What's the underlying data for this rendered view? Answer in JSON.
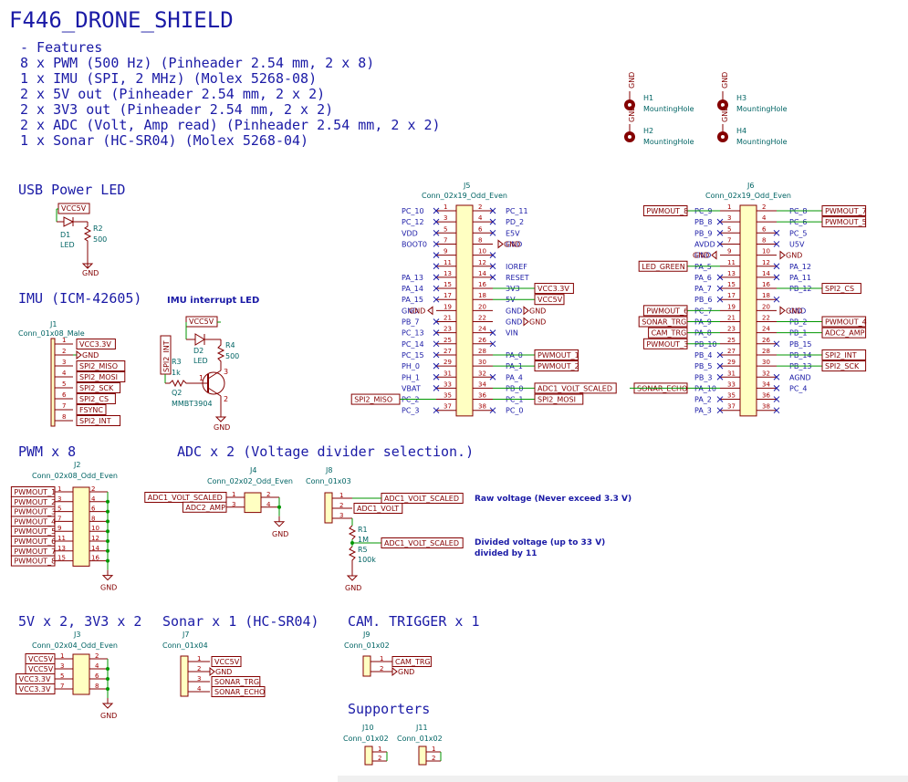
{
  "title": "F446_DRONE_SHIELD",
  "features": [
    "- Features",
    "8 x PWM (500 Hz) (Pinheader 2.54 mm, 2 x 8)",
    "1 x IMU (SPI, 2 MHz) (Molex 5268-08)",
    "2 x 5V out (Pinheader 2.54 mm, 2 x 2)",
    "2 x 3V3 out (Pinheader 2.54 mm, 2 x 2)",
    "2 x ADC (Volt, Amp read) (Pinheader 2.54 mm, 2 x 2)",
    "1 x Sonar (HC-SR04) (Molex 5268-04)"
  ],
  "sections": {
    "usb_led": "USB Power LED",
    "imu": "IMU (ICM-42605)",
    "imu_int_led": "IMU interrupt LED",
    "pwm": "PWM x 8",
    "adc": "ADC x 2 (Voltage divider selection.)",
    "power_out": "5V x 2, 3V3 x 2",
    "sonar": "Sonar x 1 (HC-SR04)",
    "cam": "CAM. TRIGGER x 1",
    "supporters": "Supporters"
  },
  "mounting_holes": [
    {
      "ref": "H1",
      "value": "MountingHole",
      "net": "GND"
    },
    {
      "ref": "H2",
      "value": "MountingHole",
      "net": "GND"
    },
    {
      "ref": "H3",
      "value": "MountingHole",
      "net": "GND"
    },
    {
      "ref": "H4",
      "value": "MountingHole",
      "net": "GND"
    }
  ],
  "power_led": {
    "net": "VCC5V",
    "d_ref": "D1",
    "d_val": "LED",
    "r_ref": "R2",
    "r_val": "500",
    "gnd": "GND"
  },
  "j1": {
    "ref": "J1",
    "value": "Conn_01x08_Male",
    "pins": [
      "1",
      "2",
      "3",
      "4",
      "5",
      "6",
      "7",
      "8"
    ],
    "nets": [
      "VCC3.3V",
      "GND",
      "SPI2_MISO",
      "SPI2_MOSI",
      "SPI2_SCK",
      "SPI2_CS",
      "FSYNC",
      "SPI2_INT"
    ]
  },
  "imu_led": {
    "vcc": "VCC5V",
    "int_net": "SPI2_INT",
    "d_ref": "D2",
    "d_val": "LED",
    "r4_ref": "R4",
    "r4_val": "500",
    "r3_ref": "R3",
    "r3_val": "1k",
    "q_ref": "Q2",
    "q_val": "MMBT3904",
    "q_pins": [
      "1",
      "2",
      "3"
    ],
    "gnd": "GND"
  },
  "j5": {
    "ref": "J5",
    "value": "Conn_02x19_Odd_Even",
    "left_pins": [
      "1",
      "3",
      "5",
      "7",
      "9",
      "11",
      "13",
      "15",
      "17",
      "19",
      "21",
      "23",
      "25",
      "27",
      "29",
      "31",
      "33",
      "35",
      "37"
    ],
    "right_pins": [
      "2",
      "4",
      "6",
      "8",
      "10",
      "12",
      "14",
      "16",
      "18",
      "20",
      "22",
      "24",
      "26",
      "28",
      "30",
      "32",
      "34",
      "36",
      "38"
    ],
    "left_labels": [
      "PC_10",
      "PC_12",
      "VDD",
      "BOOT0",
      "",
      "",
      "PA_13",
      "PA_14",
      "PA_15",
      "GND",
      "PB_7",
      "PC_13",
      "PC_14",
      "PC_15",
      "PH_0",
      "PH_1",
      "VBAT",
      "PC_2",
      "PC_3"
    ],
    "right_labels": [
      "PC_11",
      "PD_2",
      "E5V",
      "GND",
      "",
      "IOREF",
      "RESET",
      "3V3",
      "5V",
      "GND",
      "GND",
      "VIN",
      "",
      "PA_0",
      "PA_1",
      "PA_4",
      "PB_0",
      "PC_1",
      "PC_0"
    ]
  },
  "j5_nets": {
    "left_gnd": "GND",
    "r8_gnd": "GND",
    "r16": "VCC3.3V",
    "r18": "VCC5V",
    "r20": "GND",
    "r22": "GND",
    "r28": "PWMOUT_1",
    "r30": "PWMOUT_2",
    "r34": "ADC1_VOLT_SCALED",
    "r36": "SPI2_MOSI",
    "l35": "SPI2_MISO"
  },
  "j6": {
    "ref": "J6",
    "value": "Conn_02x19_Odd_Even",
    "left_pins": [
      "1",
      "3",
      "5",
      "7",
      "9",
      "11",
      "13",
      "15",
      "17",
      "19",
      "21",
      "23",
      "25",
      "27",
      "29",
      "31",
      "33",
      "35",
      "37"
    ],
    "right_pins": [
      "2",
      "4",
      "6",
      "8",
      "10",
      "12",
      "14",
      "16",
      "18",
      "20",
      "22",
      "24",
      "26",
      "28",
      "30",
      "32",
      "34",
      "36",
      "38"
    ],
    "left_labels": [
      "PC_9",
      "PB_8",
      "PB_9",
      "AVDD",
      "GND",
      "PA_5",
      "PA_6",
      "PA_7",
      "PB_6",
      "PC_7",
      "PA_9",
      "PA_8",
      "PB_10",
      "PB_4",
      "PB_5",
      "PB_3",
      "PA_10",
      "PA_2",
      "PA_3"
    ],
    "right_labels": [
      "PC_8",
      "PC_6",
      "PC_5",
      "U5V",
      "",
      "PA_12",
      "PA_11",
      "PB_12",
      "",
      "GND",
      "PB_2",
      "PB_1",
      "PB_15",
      "PB_14",
      "PB_13",
      "AGND",
      "PC_4",
      "",
      ""
    ]
  },
  "j6_nets": {
    "l1": "PWMOUT_8",
    "l11": "LED_GREEN",
    "l19": "PWMOUT_6",
    "l21": "SONAR_TRG",
    "l23": "CAM_TRG",
    "l25": "PWMOUT_3",
    "l33": "SONAR_ECHO",
    "l9": "GND",
    "r2": "PWMOUT_7",
    "r4": "PWMOUT_5",
    "r16": "SPI2_CS",
    "r22": "PWMOUT_4",
    "r24": "ADC2_AMP",
    "r28": "SPI2_INT",
    "r30": "SPI2_SCK",
    "r20": "GND",
    "r10": "GND"
  },
  "j2": {
    "ref": "J2",
    "value": "Conn_02x08_Odd_Even",
    "left_pins": [
      "1",
      "3",
      "5",
      "7",
      "9",
      "11",
      "13",
      "15"
    ],
    "right_pins": [
      "2",
      "4",
      "6",
      "8",
      "10",
      "12",
      "14",
      "16"
    ],
    "nets": [
      "PWMOUT_1",
      "PWMOUT_2",
      "PWMOUT_3",
      "PWMOUT_4",
      "PWMOUT_5",
      "PWMOUT_6",
      "PWMOUT_7",
      "PWMOUT_8"
    ],
    "gnd": "GND"
  },
  "j4": {
    "ref": "J4",
    "value": "Conn_02x02_Odd_Even",
    "left_pins": [
      "1",
      "3"
    ],
    "right_pins": [
      "2",
      "4"
    ],
    "nets": [
      "ADC1_VOLT_SCALED",
      "ADC2_AMP"
    ],
    "gnd": "GND"
  },
  "j8": {
    "ref": "J8",
    "value": "Conn_01x03",
    "pins": [
      "1",
      "2",
      "3"
    ],
    "nets": [
      "ADC1_VOLT_SCALED",
      "ADC1_VOLT"
    ],
    "r1_ref": "R1",
    "r1_val": "1M",
    "r5_ref": "R5",
    "r5_val": "100k",
    "div_net": "ADC1_VOLT_SCALED",
    "gnd": "GND",
    "note1": "Raw voltage (Never exceed 3.3 V)",
    "note2a": "Divided voltage (up to 33 V)",
    "note2b": "divided by 11"
  },
  "j3": {
    "ref": "J3",
    "value": "Conn_02x04_Odd_Even",
    "left_pins": [
      "1",
      "3",
      "5",
      "7"
    ],
    "right_pins": [
      "2",
      "4",
      "6",
      "8"
    ],
    "nets": [
      "VCC5V",
      "VCC5V",
      "VCC3.3V",
      "VCC3.3V"
    ],
    "gnd": "GND"
  },
  "j7": {
    "ref": "J7",
    "value": "Conn_01x04",
    "pins": [
      "1",
      "2",
      "3",
      "4"
    ],
    "nets": [
      "VCC5V",
      "GND",
      "SONAR_TRG",
      "SONAR_ECHO"
    ]
  },
  "j9": {
    "ref": "J9",
    "value": "Conn_01x02",
    "pins": [
      "1",
      "2"
    ],
    "nets": [
      "CAM_TRG",
      "GND"
    ]
  },
  "j10": {
    "ref": "J10",
    "value": "Conn_01x02",
    "pins": [
      "1",
      "2"
    ]
  },
  "j11": {
    "ref": "J11",
    "value": "Conn_01x02",
    "pins": [
      "1",
      "2"
    ]
  },
  "colors": {
    "text": "#1a1aa6",
    "ref": "#006464",
    "part": "#840000",
    "part_fill": "#ffffc2",
    "wire": "#009600",
    "pin_num": "#a50000",
    "no_connect": "#1a1aa6",
    "label_border": "#840000"
  }
}
